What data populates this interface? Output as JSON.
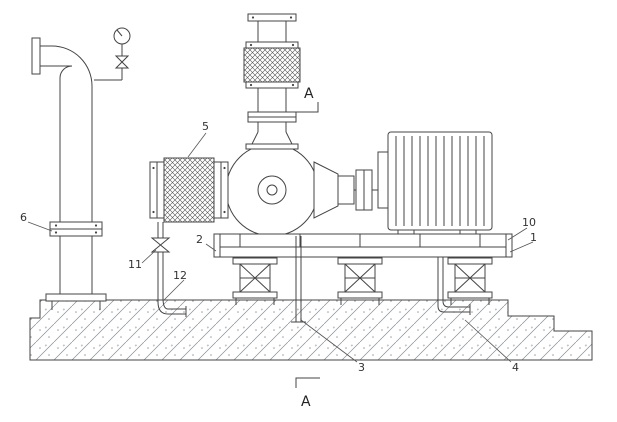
{
  "drawing": {
    "type": "technical-installation-diagram",
    "description": "Centrifugal pump with motor mounted on a base frame with vibration isolators over a concrete foundation",
    "callouts": {
      "c1": "1",
      "c2": "2",
      "c3": "3",
      "c4": "4",
      "c5": "5",
      "c6": "6",
      "c10": "10",
      "c11": "11",
      "c12": "12"
    },
    "section_marks": {
      "top": "A",
      "bottom": "A"
    },
    "colors": {
      "line": "#444444",
      "hatch": "#8a8f94",
      "background": "#ffffff"
    }
  }
}
